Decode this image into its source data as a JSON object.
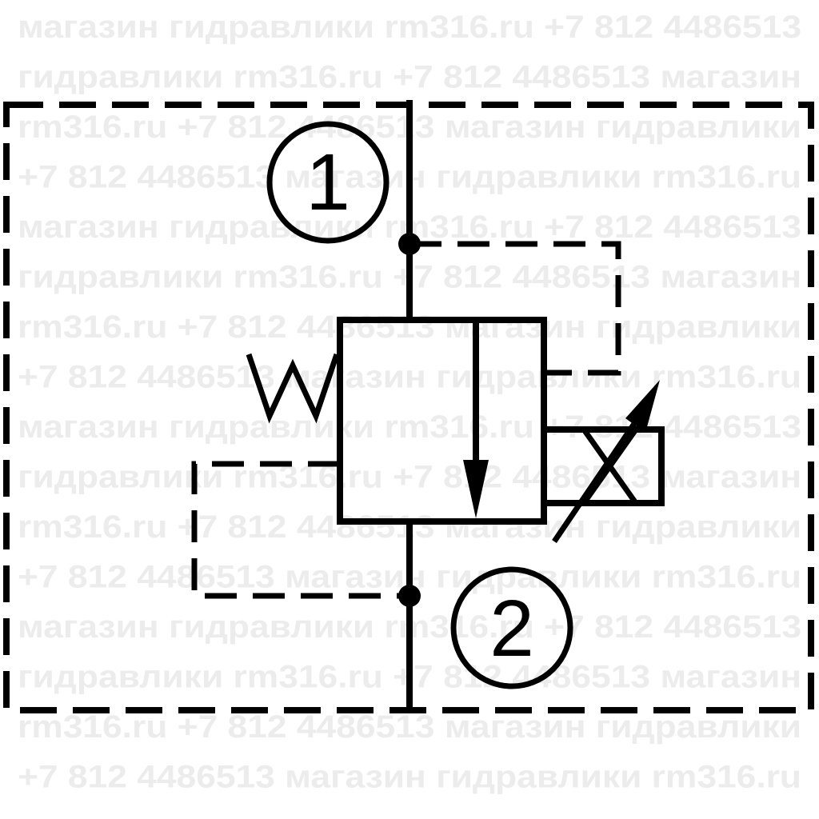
{
  "watermark": {
    "lines": [
      "магазин гидравлики rm316.ru +7 812 4486513",
      "гидравлики rm316.ru +7 812 4486513 магазин",
      "rm316.ru +7 812 4486513 магазин гидравлики",
      "+7 812 4486513 магазин гидравлики rm316.ru",
      "магазин гидравлики rm316.ru +7 812 4486513",
      "гидравлики rm316.ru +7 812 4486513 магазин",
      "rm316.ru +7 812 4486513 магазин гидравлики",
      "+7 812 4486513 магазин гидравлики rm316.ru",
      "магазин гидравлики rm316.ru +7 812 4486513",
      "гидравлики rm316.ru +7 812 4486513 магазин",
      "rm316.ru +7 812 4486513 магазин гидравлики",
      "+7 812 4486513 магазин гидравлики rm316.ru",
      "магазин гидравлики rm316.ru +7 812 4486513",
      "гидравлики rm316.ru +7 812 4486513 магазин",
      "rm316.ru +7 812 4486513 магазин гидравлики",
      "+7 812 4486513 магазин гидравлики rm316.ru"
    ],
    "color": "#ececec"
  },
  "diagram": {
    "port_1_label": "1",
    "port_2_label": "2",
    "spring_label": "W",
    "line_color": "#000000"
  }
}
